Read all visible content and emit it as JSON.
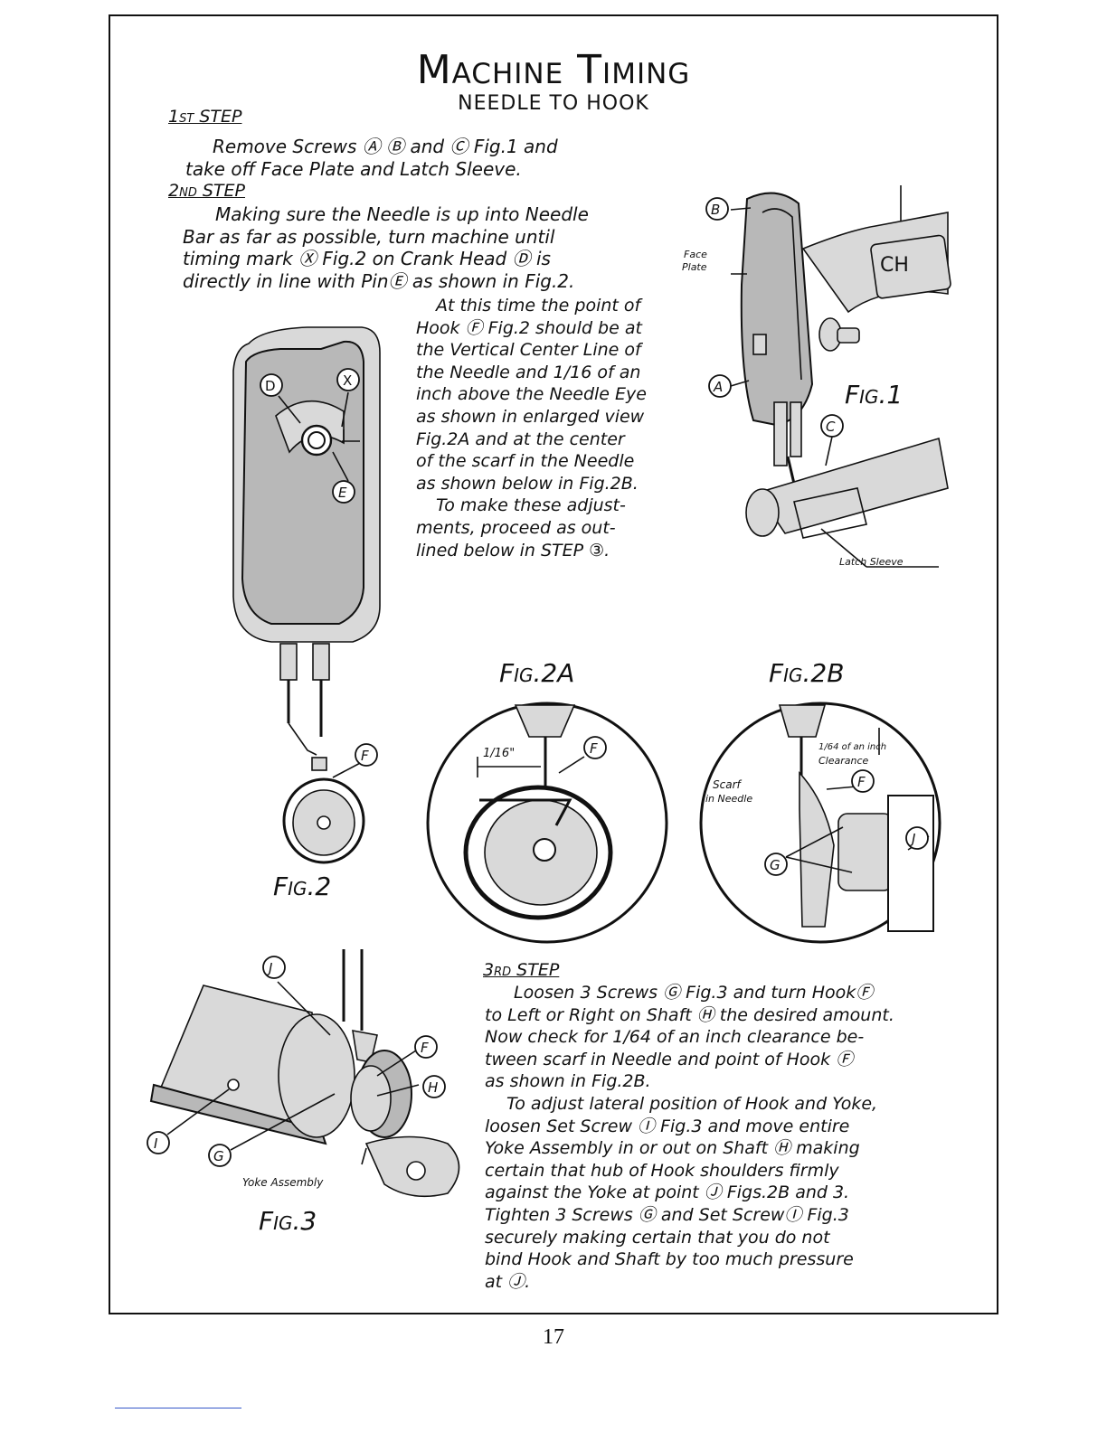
{
  "page": {
    "title": "Machine Timing",
    "subtitle": "NEEDLE TO HOOK",
    "page_number": "17"
  },
  "step1": {
    "heading": "1st STEP",
    "lines": [
      "Remove Screws Ⓐ Ⓑ and Ⓒ Fig.1 and",
      "take off Face Plate and Latch Sleeve."
    ]
  },
  "step2": {
    "heading": "2nd STEP",
    "lines": [
      "Making sure the Needle is up into Needle",
      "Bar as far as possible, turn machine until",
      "timing mark Ⓧ Fig.2 on Crank Head Ⓓ is",
      "directly in line with PinⒺ as shown in Fig.2."
    ],
    "lines_b": [
      "At this time the point of",
      "Hook Ⓕ Fig.2 should be at",
      "the Vertical Center Line of",
      "the Needle and 1/16 of an",
      "inch above the Needle Eye",
      "as shown in enlarged view",
      "Fig.2A and at the center",
      "of the scarf in the Needle",
      "as shown below in Fig.2B.",
      "To make these adjust-",
      "ments, proceed as out-",
      "lined below in STEP ③."
    ]
  },
  "step3": {
    "heading": "3rd STEP",
    "lines": [
      "Loosen 3 Screws Ⓖ Fig.3 and turn HookⒻ",
      "to Left or Right on Shaft Ⓗ the desired amount.",
      "Now check for 1/64 of an inch clearance be-",
      "tween scarf in Needle and point of Hook Ⓕ",
      "as shown in Fig.2B.",
      "To adjust lateral position of Hook and Yoke,",
      "loosen Set Screw Ⓘ Fig.3 and move entire",
      "Yoke Assembly in or out on Shaft Ⓗ making",
      "certain that hub of Hook shoulders firmly",
      "against the Yoke at point Ⓙ Figs.2B and 3.",
      "Tighten 3 Screws Ⓖ and Set ScrewⒾ Fig.3",
      "securely making certain that you do not",
      "bind Hook and Shaft by too much pressure",
      "at Ⓙ."
    ]
  },
  "figures": {
    "fig1": {
      "caption": "Fig.1",
      "face_plate": "Face",
      "face_plate2": "Plate",
      "latch_sleeve": "Latch Sleeve",
      "brand": "CH",
      "callouts": [
        "B",
        "A",
        "C"
      ]
    },
    "fig2": {
      "caption": "Fig.2",
      "callouts": [
        "D",
        "X",
        "E",
        "F"
      ]
    },
    "fig2a": {
      "caption": "Fig.2A",
      "dim": "1/16\"",
      "callouts": [
        "F"
      ]
    },
    "fig2b": {
      "caption": "Fig.2B",
      "clearance_1": "1/64 of an inch",
      "clearance_2": "Clearance",
      "scarf_1": "Scarf",
      "scarf_2": "in Needle",
      "callouts": [
        "F",
        "J",
        "G"
      ]
    },
    "fig3": {
      "caption": "Fig.3",
      "yoke": "Yoke Assembly",
      "callouts": [
        "J",
        "F",
        "H",
        "I",
        "G"
      ]
    }
  }
}
